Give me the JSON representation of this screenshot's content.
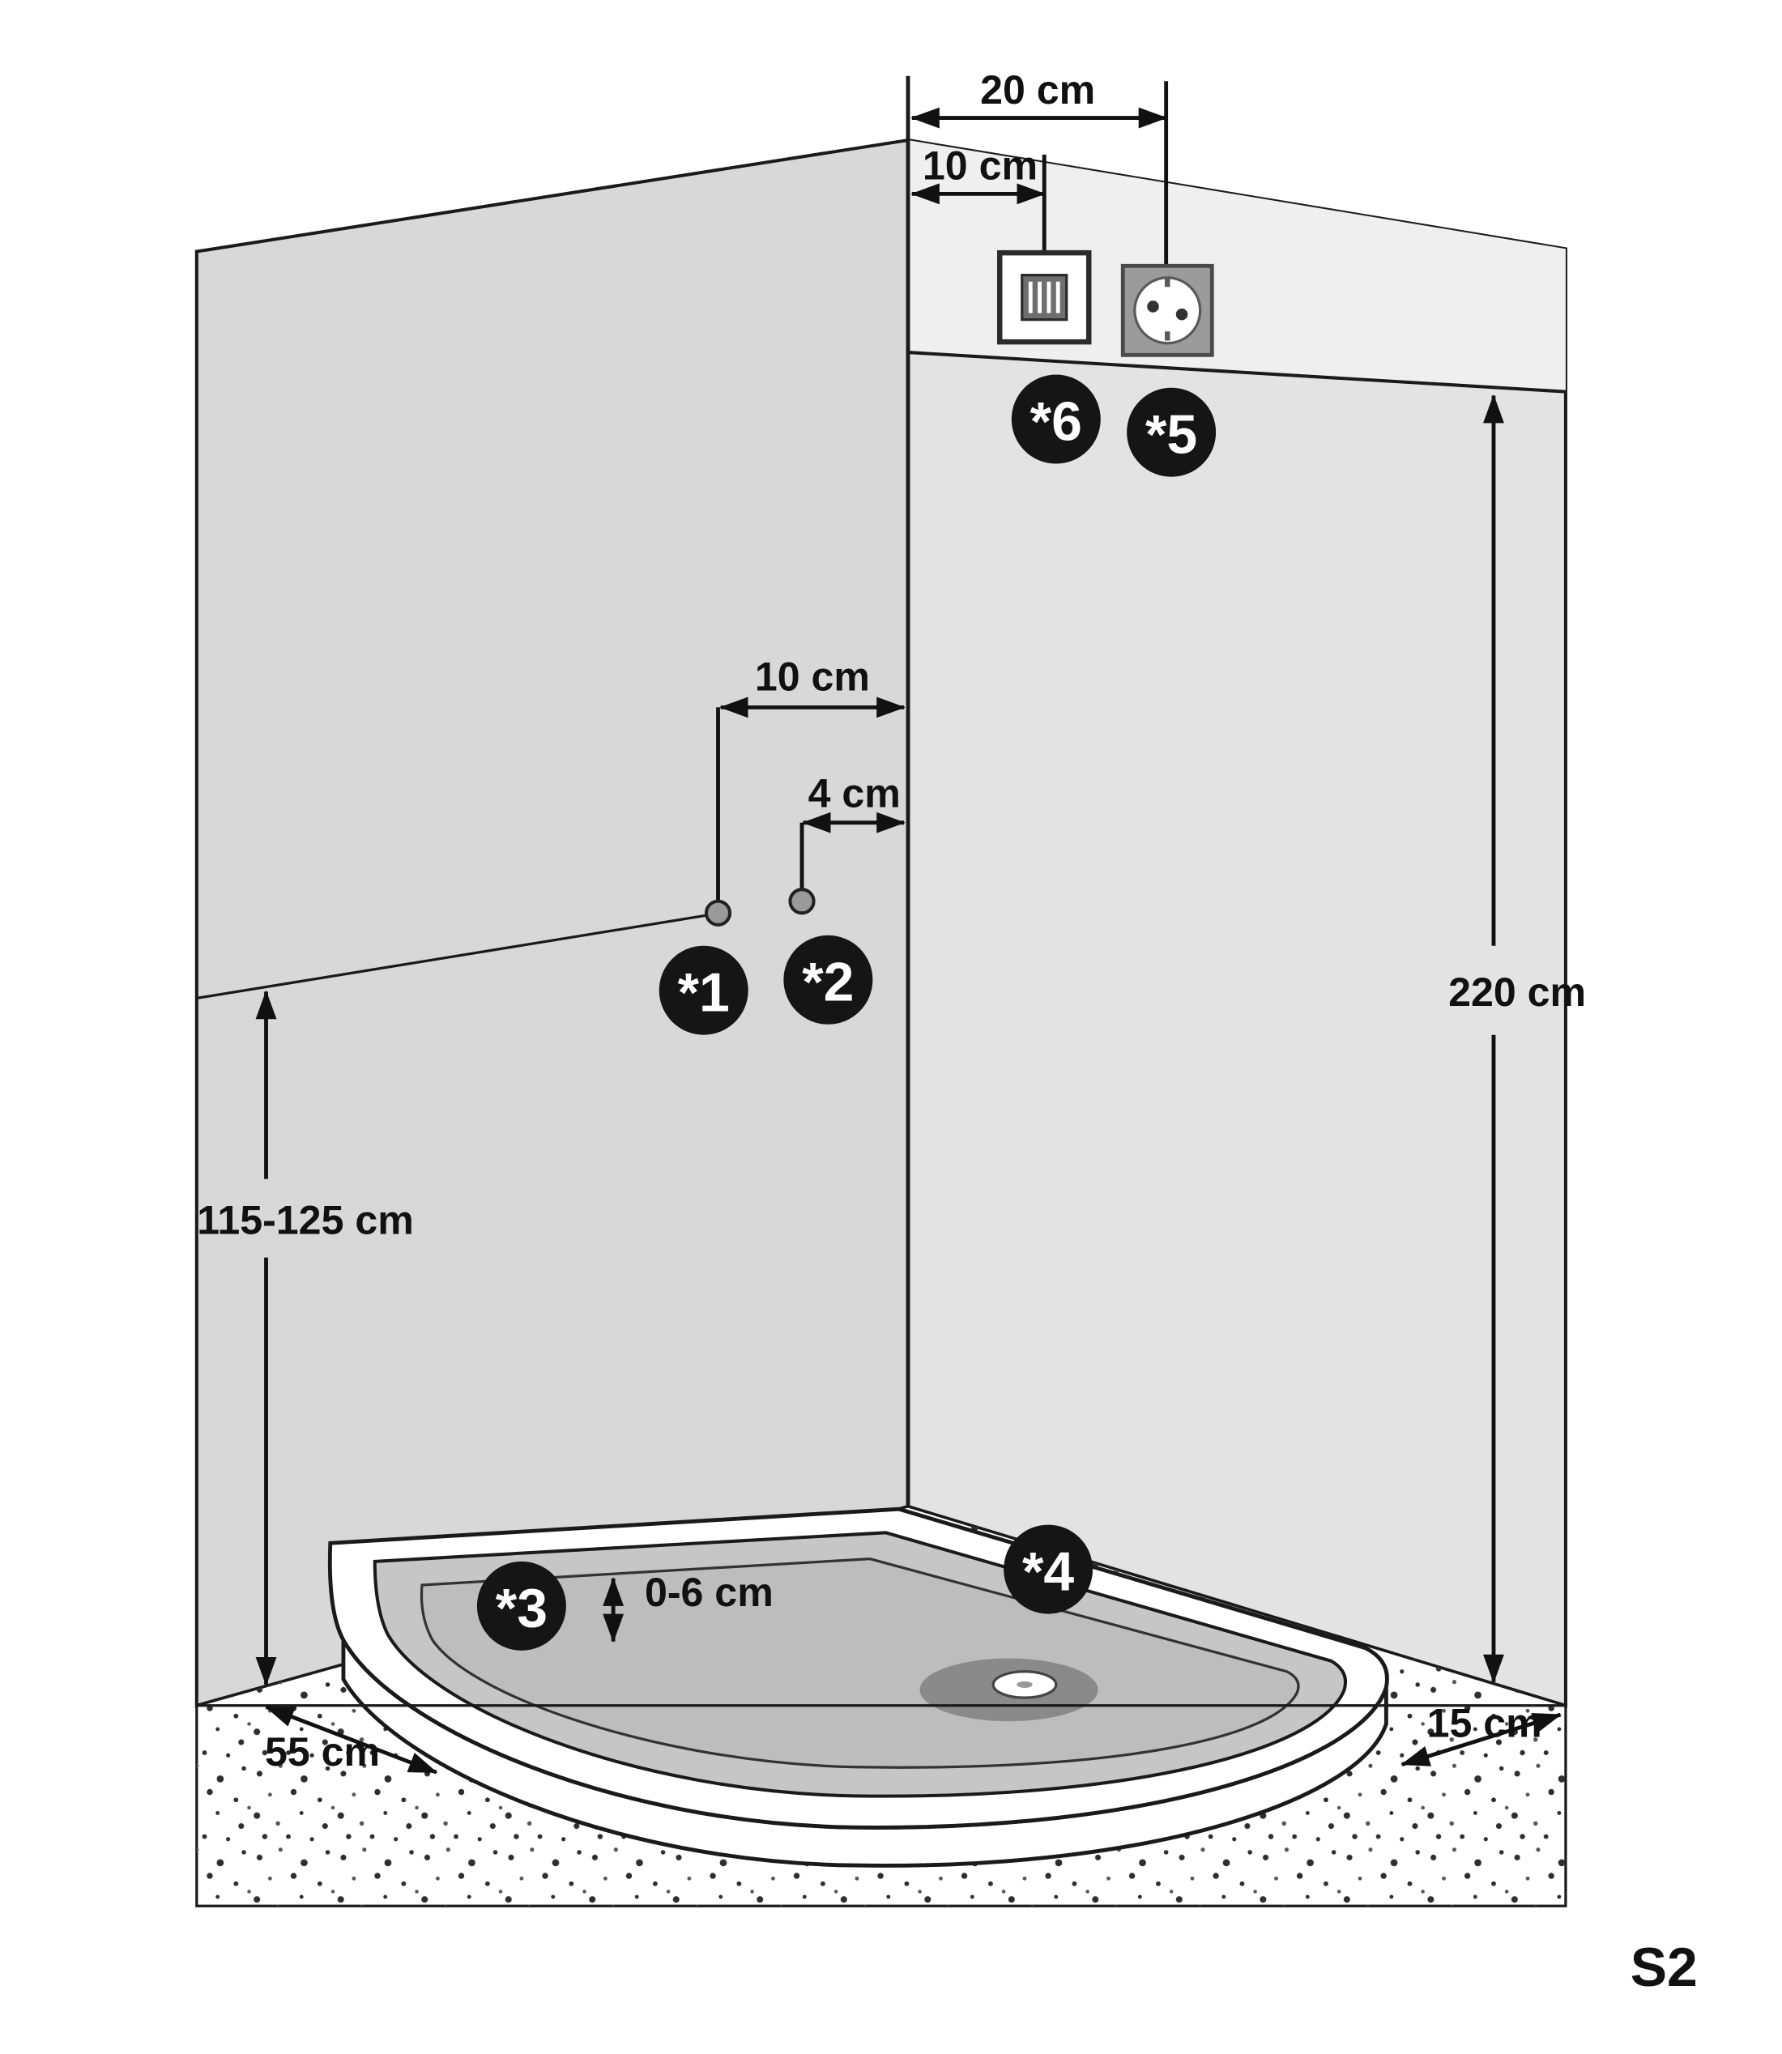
{
  "page_code": "S2",
  "colors": {
    "wall_left": "#d8d8d8",
    "wall_right": "#e3e3e3",
    "wall_right_upper": "#efefef",
    "tray_basin": "#c6c6c6",
    "tray_basin_floor": "#bdbdbd",
    "drain": "#8a8a8a",
    "outline": "#1a1a1a",
    "accent_red": "#e2001a"
  },
  "dimensions": {
    "socket_distance": "20 cm",
    "junction_box_distance": "10 cm",
    "mixer_distance": "10 cm",
    "connection_spacing": "4 cm",
    "left_height": "115-125 cm",
    "right_height": "220 cm",
    "tray_rim_depth": "0-6 cm",
    "tray_left_edge": "55 cm",
    "tray_right_edge": "15 cm"
  },
  "markers": {
    "m1": "*1",
    "m2": "*2",
    "m3": "*3",
    "m4": "*4",
    "m5": "*5",
    "m6": "*6"
  },
  "fixtures": {
    "junction_box_icon": "grille-box-icon",
    "power_socket_icon": "schuko-socket-icon"
  }
}
